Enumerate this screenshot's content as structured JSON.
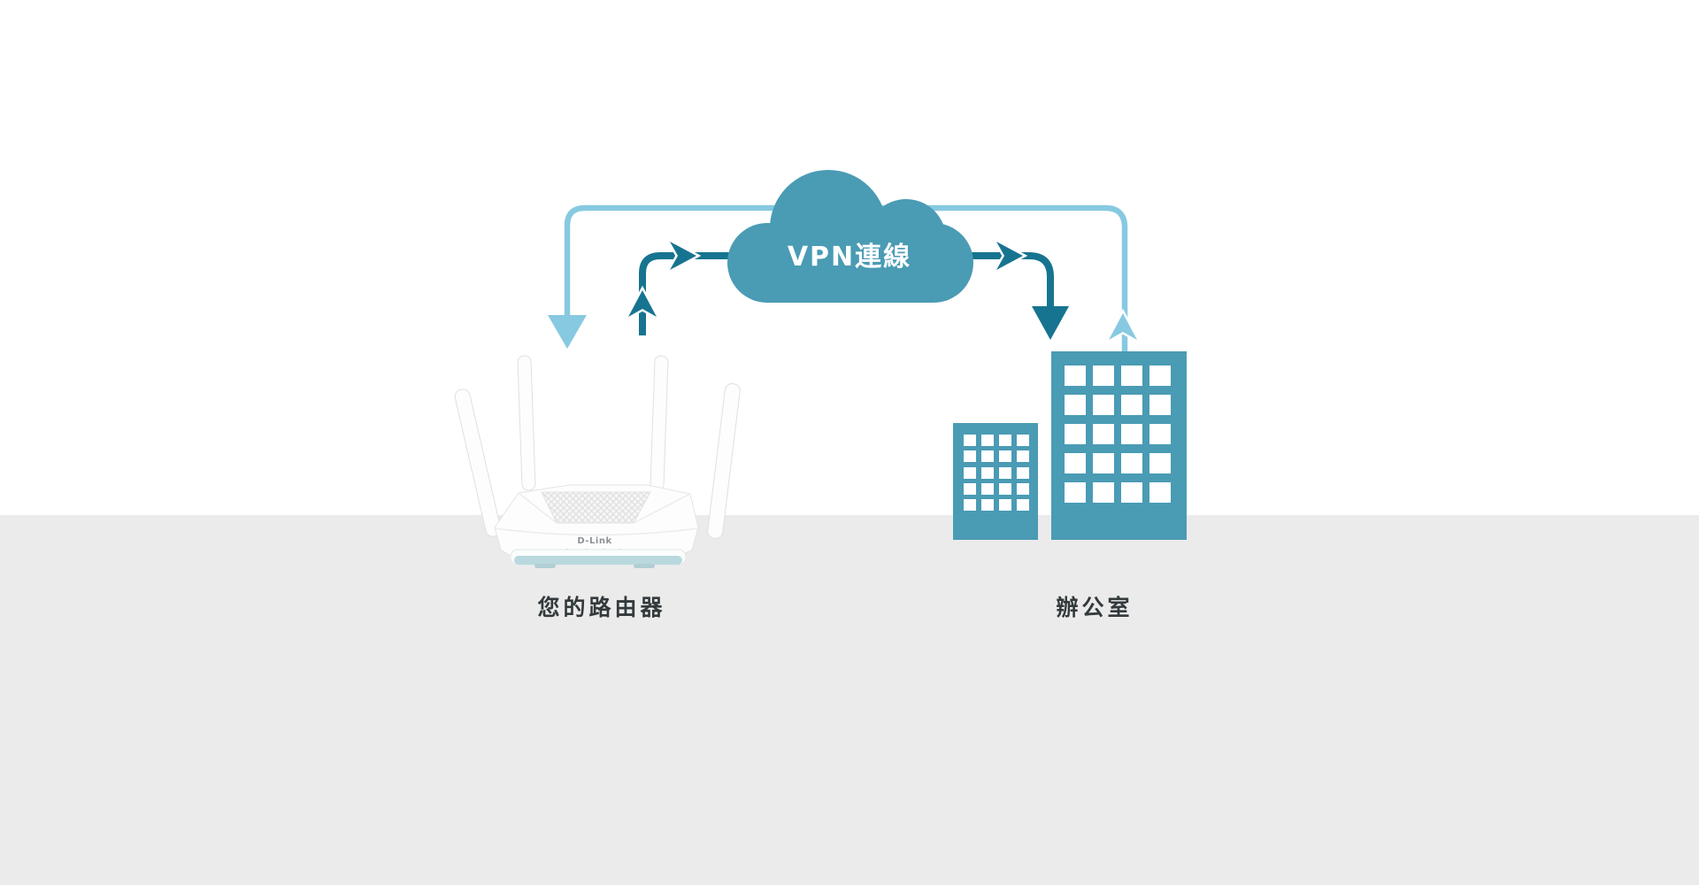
{
  "diagram": {
    "cloud_label": "VPN連線",
    "router_label": "您的路由器",
    "office_label": "辦公室",
    "router_brand": "D-Link"
  },
  "colors": {
    "cloud_teal": "#4a9bb4",
    "connection_dark_teal": "#177490",
    "connection_light_blue": "#87c9e1",
    "ground_gray": "#ebebeb",
    "label_text": "#333a3c",
    "cloud_text": "#ffffff"
  }
}
